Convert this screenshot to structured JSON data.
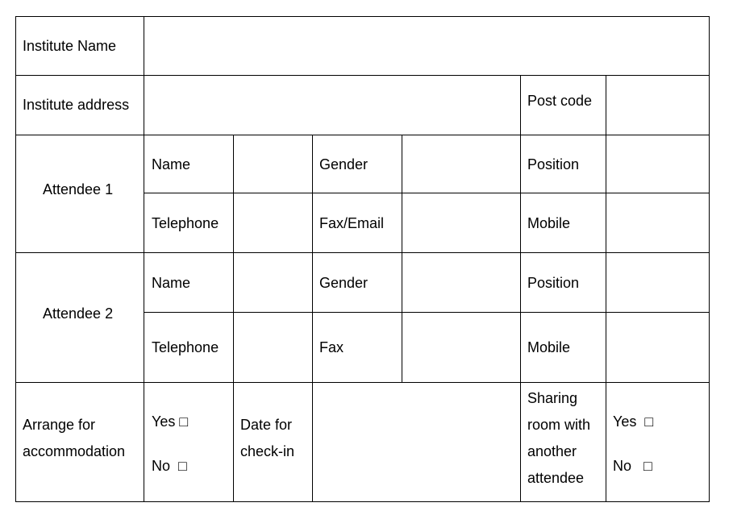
{
  "form": {
    "institute_name_label": "Institute Name",
    "institute_address_label": "Institute address",
    "post_code_label": "Post code",
    "attendee1": {
      "label": "Attendee 1",
      "name": "Name",
      "gender": "Gender",
      "position": "Position",
      "telephone": "Telephone",
      "fax": "Fax/Email",
      "mobile": "Mobile"
    },
    "attendee2": {
      "label": "Attendee 2",
      "name": "Name",
      "gender": "Gender",
      "position": "Position",
      "telephone": "Telephone",
      "fax": "Fax",
      "mobile": "Mobile"
    },
    "accommodation": {
      "label_line1": "Arrange for",
      "label_line2": "accommodation",
      "yes": "Yes □",
      "no": "No  □",
      "checkin_line1": "Date for",
      "checkin_line2": "check-in",
      "sharing_line1": "Sharing",
      "sharing_line2": "room with",
      "sharing_line3": "another",
      "sharing_line4": "attendee",
      "sharing_yes": "Yes  □",
      "sharing_no": "No   □"
    }
  }
}
